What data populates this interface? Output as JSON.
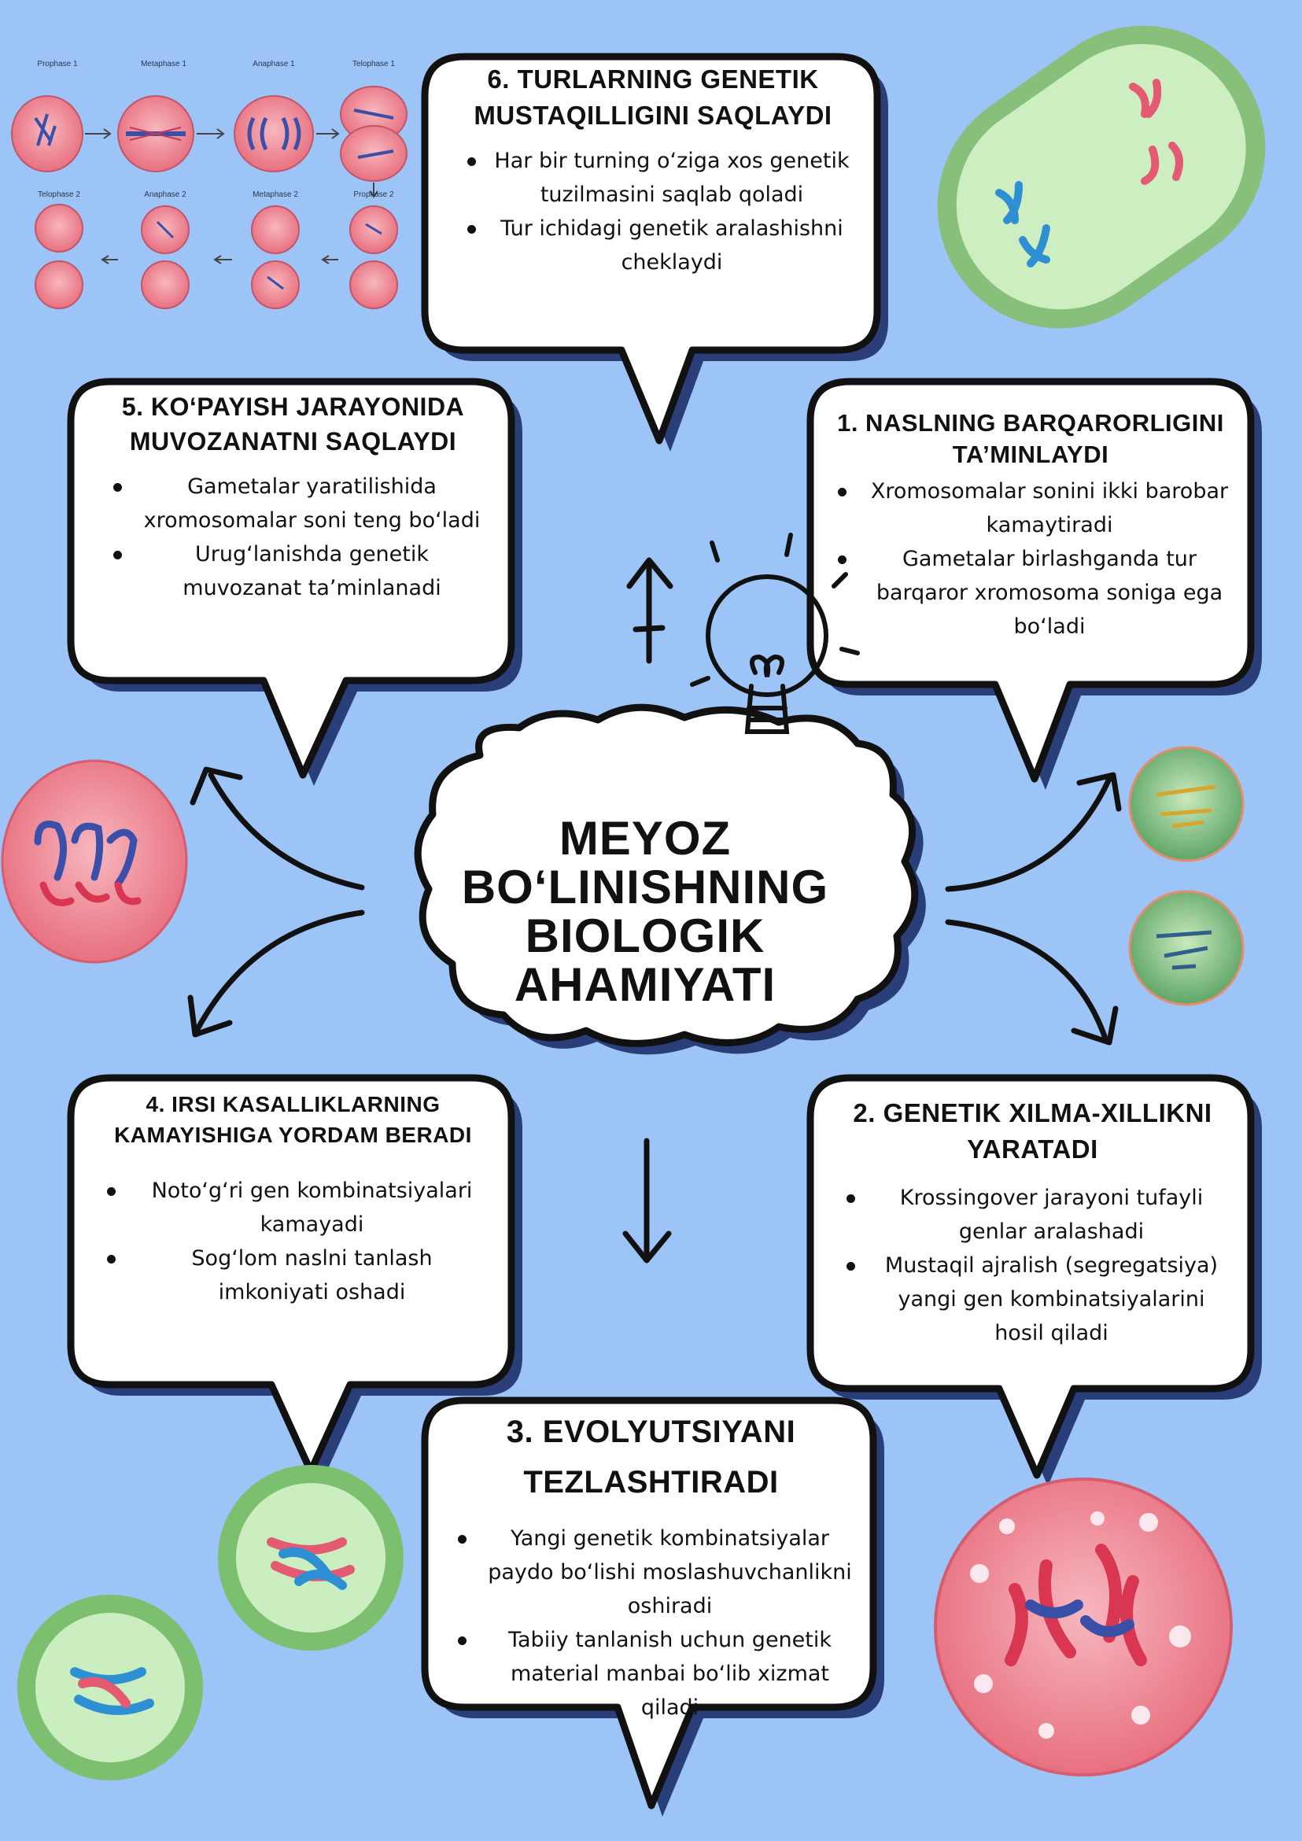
{
  "center": {
    "title": "MEYOZ BO‘LINISHNING BIOLOGIK AHAMIYATI"
  },
  "bubbles": {
    "b6": {
      "title": "6. TURLARNING GENETIK MUSTAQILLIGINI SAQLAYDI",
      "items": [
        "Har bir turning o‘ziga xos genetik tuzilmasini saqlab qoladi",
        "Tur ichidagi genetik aralashishni cheklaydi"
      ]
    },
    "b5": {
      "title": "5. KO‘PAYISH JARAYONIDA MUVOZANATNI SAQLAYDI",
      "items": [
        "Gametalar yaratilishida xromosomalar soni teng bo‘ladi",
        "Urug‘lanishda genetik muvozanat ta’minlanadi"
      ]
    },
    "b1": {
      "title": "1. NASLNING BARQARORLIGINI TA’MINLAYDI",
      "items": [
        "Xromosomalar sonini ikki barobar kamaytiradi",
        "Gametalar birlashganda tur barqaror xromosoma soniga ega bo‘ladi"
      ]
    },
    "b4": {
      "title": "4. IRSI KASALLIKLARNING KAMAYISHIGA YORDAM BERADI",
      "items": [
        "Noto‘g‘ri gen kombinatsiyalari kamayadi",
        "Sog‘lom naslni tanlash imkoniyati oshadi"
      ]
    },
    "b2": {
      "title": "2. GENETIK XILMA-XILLIKNI YARATADI",
      "items": [
        "Krossingover jarayoni tufayli genlar aralashadi",
        "Mustaqil ajralish (segregatsiya) yangi gen kombinatsiyalarini hosil qiladi"
      ]
    },
    "b3": {
      "title": "3. EVOLYUTSIYANI TEZLASHTIRADI",
      "items": [
        "Yangi genetik kombinatsiyalar paydo bo‘lishi moslashuvchanlikni oshiradi",
        "Tabiiy tanlanish uchun genetik material manbai bo‘lib xizmat qiladi"
      ]
    }
  },
  "stages": {
    "prophase1": "Prophase 1",
    "metaphase1": "Metaphase 1",
    "anaphase1": "Anaphase 1",
    "telophase1": "Telophase 1",
    "telophase2": "Telophase 2",
    "anaphase2": "Anaphase 2",
    "metaphase2": "Metaphase 2",
    "prophase2": "Prophase 2"
  },
  "colors": {
    "background": "#9cc4f7",
    "bubble_fill": "#ffffff",
    "outline": "#111111",
    "shadow": "#2a3f7a",
    "cell_pink": "#f08b9a",
    "cell_green": "#8fcf8a"
  }
}
